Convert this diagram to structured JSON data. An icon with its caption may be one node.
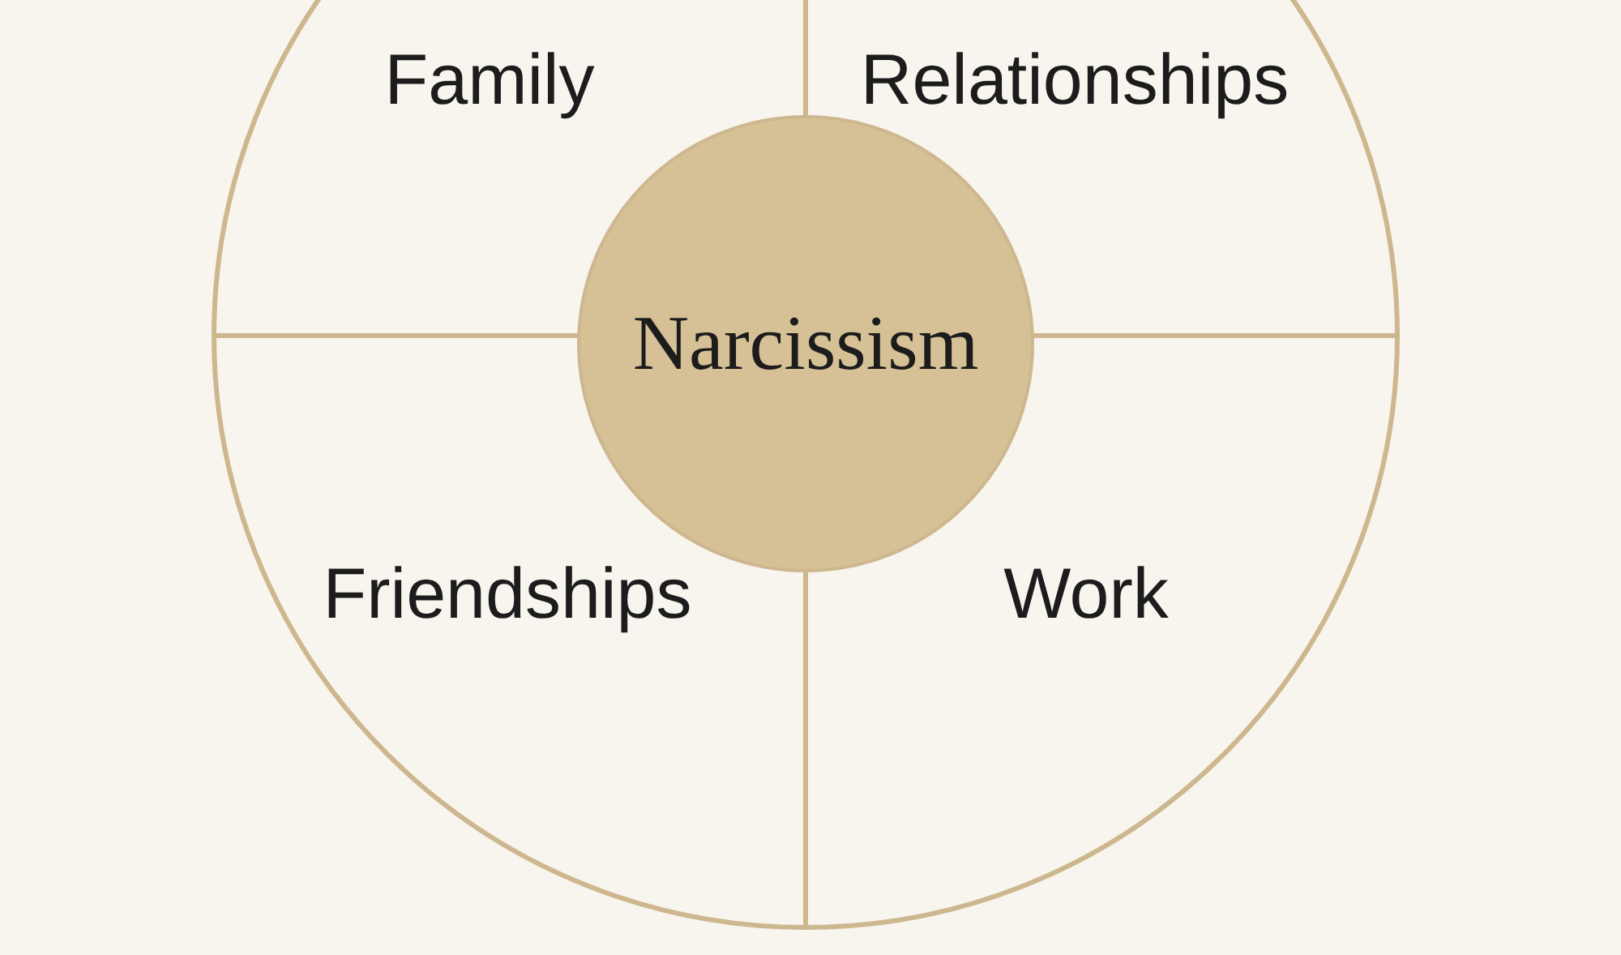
{
  "diagram": {
    "nodes": [
      {
        "text": [
          "Family"
        ]
      },
      {
        "text": [
          "Relationships"
        ]
      },
      {
        "text": [
          "Narcissism"
        ]
      },
      {
        "text": [
          "Friendships"
        ]
      },
      {
        "text": [
          "Work"
        ]
      }
    ]
  }
}
